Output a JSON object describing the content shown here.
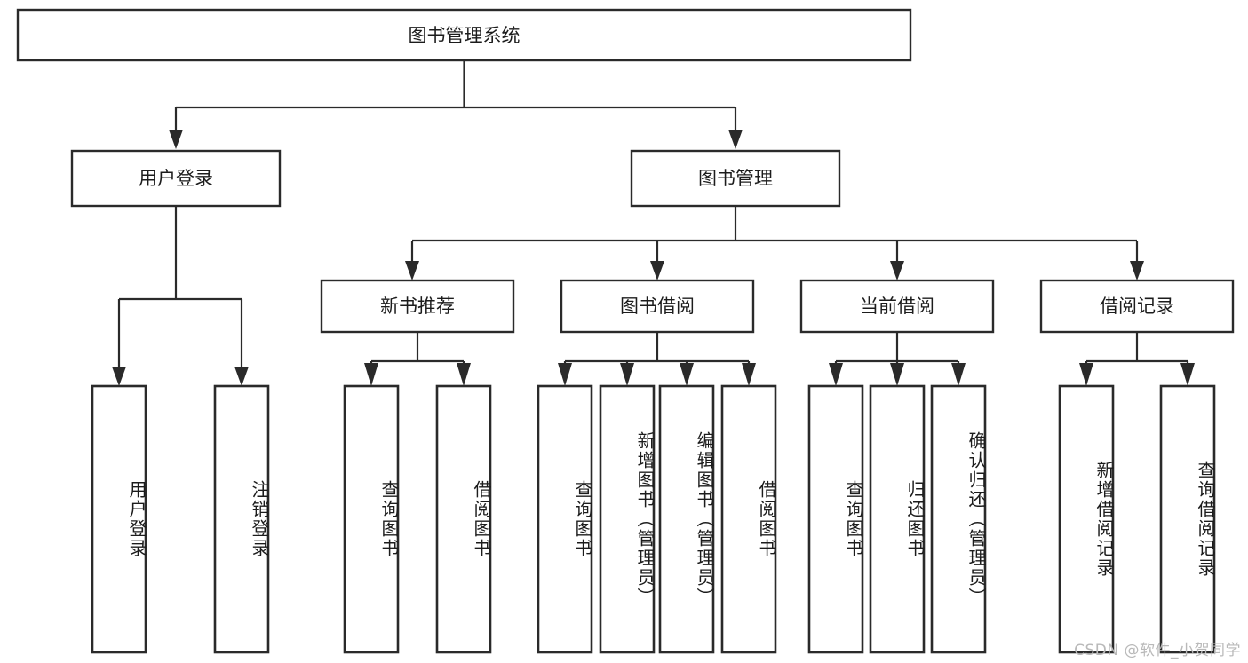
{
  "diagram": {
    "title": "图书管理系统",
    "watermark": "CSDN @软件_小贺同学",
    "colors": {
      "stroke": "#2a2a2a",
      "fill": "#ffffff",
      "text": "#1c1c1c",
      "watermark": "#b9b9b9",
      "background": "#ffffff"
    },
    "root": {
      "label": "图书管理系统"
    },
    "level2": [
      {
        "label": "用户登录"
      },
      {
        "label": "图书管理"
      }
    ],
    "level3": [
      {
        "label": "新书推荐"
      },
      {
        "label": "图书借阅"
      },
      {
        "label": "当前借阅"
      },
      {
        "label": "借阅记录"
      }
    ],
    "leaves": {
      "user_login": [
        {
          "label": "用户登录"
        },
        {
          "label": "注销登录"
        }
      ],
      "new_book_recommend": [
        {
          "label": "查询图书"
        },
        {
          "label": "借阅图书"
        }
      ],
      "book_borrow": [
        {
          "label": "查询图书"
        },
        {
          "label": "新增图书（管理员）"
        },
        {
          "label": "编辑图书（管理员）"
        },
        {
          "label": "借阅图书"
        }
      ],
      "current_borrow": [
        {
          "label": "查询图书"
        },
        {
          "label": "归还图书"
        },
        {
          "label": "确认归还（管理员）"
        }
      ],
      "borrow_record": [
        {
          "label": "新增借阅记录"
        },
        {
          "label": "查询借阅记录"
        }
      ]
    }
  }
}
